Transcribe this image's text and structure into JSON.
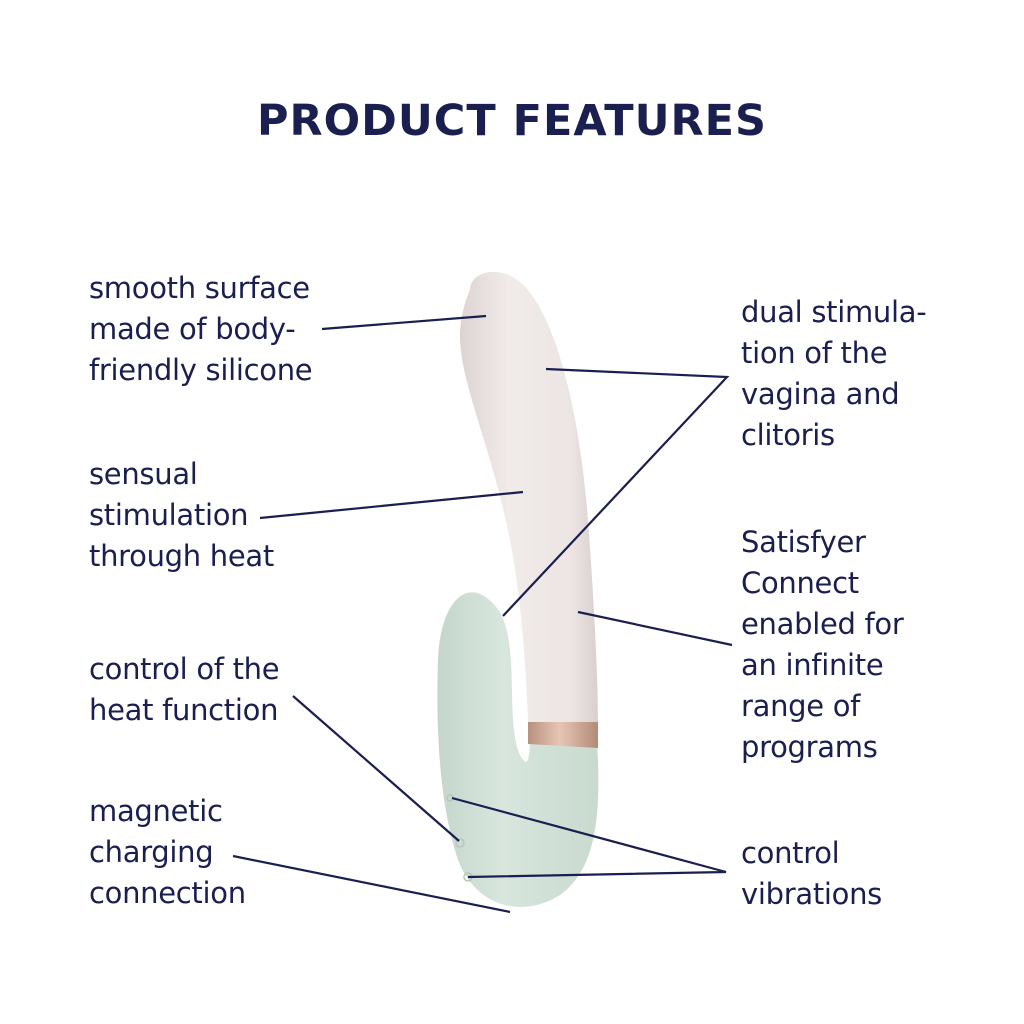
{
  "header": {
    "title": "PRODUCT FEATURES"
  },
  "colors": {
    "text": "#1b1f4f",
    "leader_line": "#1b1f4f",
    "shaft": "#ede6e4",
    "clitoral_arm": "#d3e2d9",
    "rose_gold_ring": "#c99e8b",
    "background": "#ffffff"
  },
  "features_left": [
    {
      "id": "smooth-surface",
      "lines": [
        "smooth surface",
        "made of body-",
        "friendly silicone"
      ]
    },
    {
      "id": "heat-stimulation",
      "lines": [
        "sensual",
        "stimulation",
        "through heat"
      ]
    },
    {
      "id": "heat-control",
      "lines": [
        "control of the",
        "heat function"
      ]
    },
    {
      "id": "magnetic-charging",
      "lines": [
        "magnetic",
        "charging",
        "connection"
      ]
    }
  ],
  "features_right": [
    {
      "id": "dual-stimulation",
      "lines": [
        "dual stimula-",
        "tion of the",
        "vagina and",
        "clitoris"
      ]
    },
    {
      "id": "app-connect",
      "lines": [
        "Satisfyer",
        "Connect",
        "enabled for",
        "an infinite",
        "range of",
        "programs"
      ]
    },
    {
      "id": "vibration-control",
      "lines": [
        "control",
        "vibrations"
      ]
    }
  ]
}
